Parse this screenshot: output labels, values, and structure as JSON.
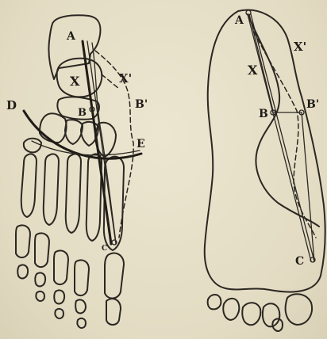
{
  "left_figure": {
    "labels": {
      "a": "A",
      "x": "X",
      "x_prime": "X'",
      "b": "B",
      "b_prime": "B'",
      "d": "D",
      "e": "E",
      "c": "C"
    }
  },
  "right_figure": {
    "labels": {
      "a": "A",
      "x": "X",
      "x_prime": "X'",
      "b": "B",
      "b_prime": "B'",
      "c": "C"
    }
  },
  "colors": {
    "ink": "#2b2722",
    "paper": "#e6dfc8"
  }
}
